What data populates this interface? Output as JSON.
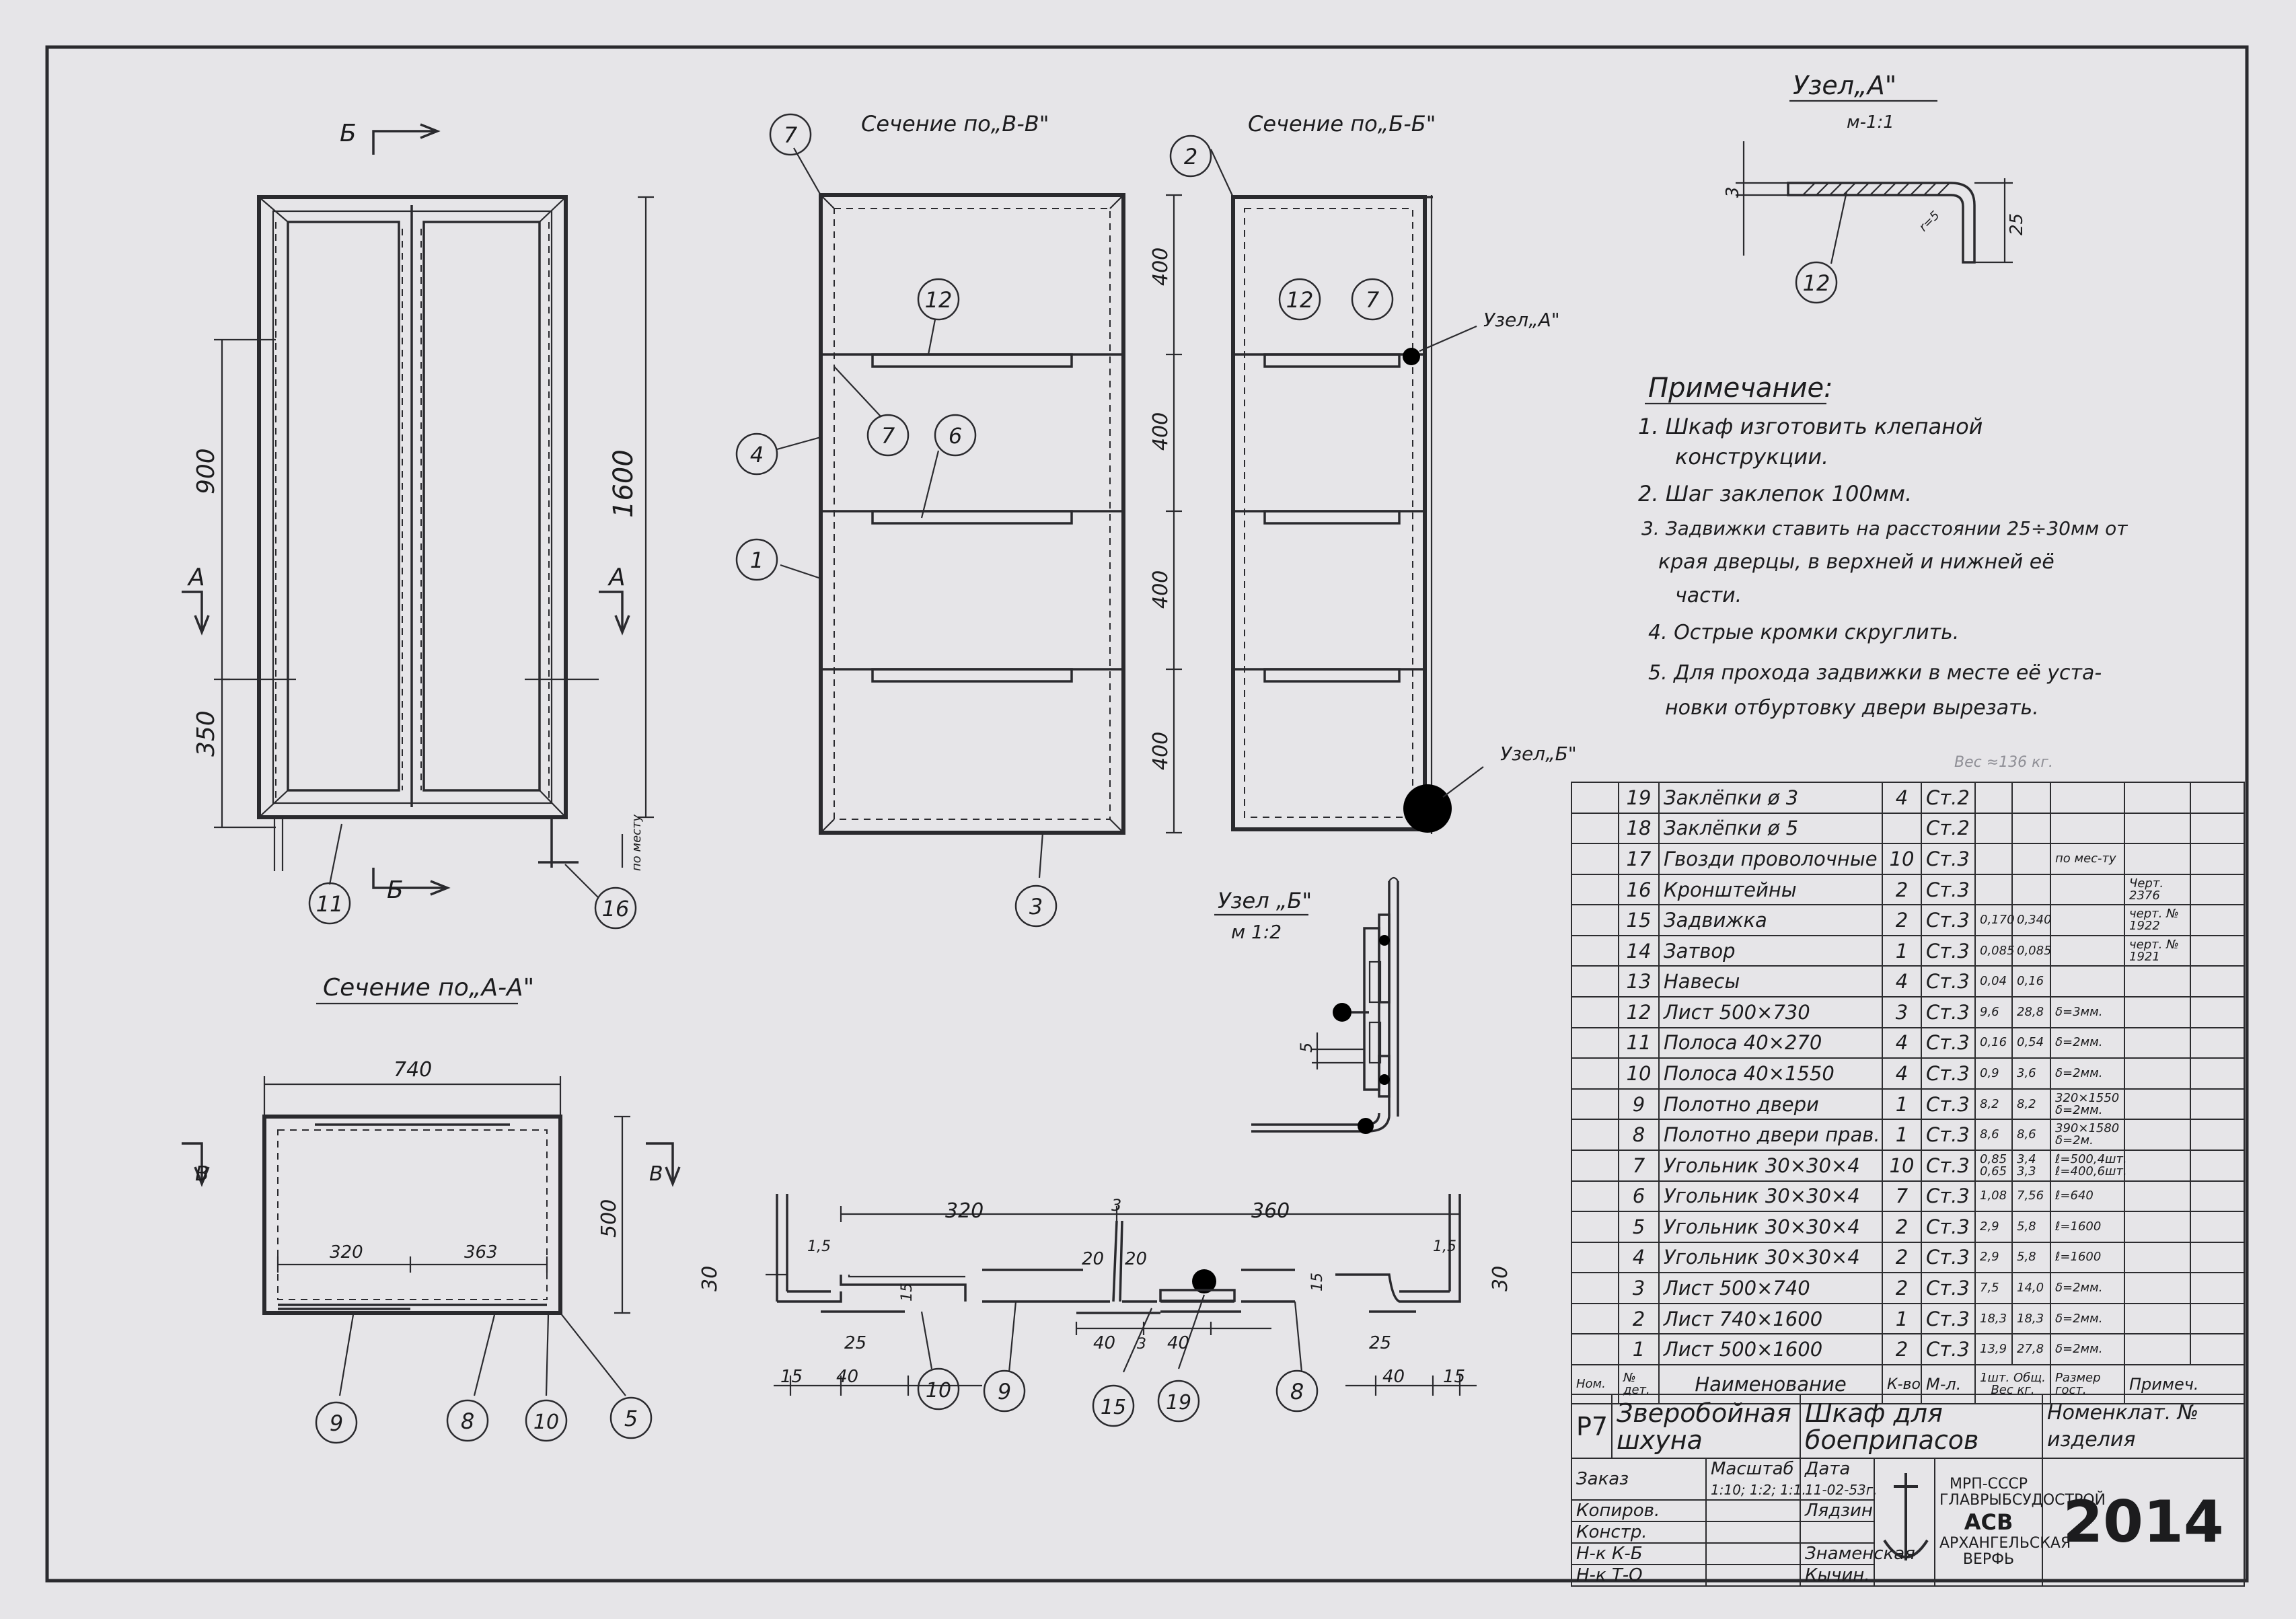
{
  "views": {
    "front": {
      "dims": {
        "height_total": "1600",
        "upper": "900",
        "lower": "350",
        "leg": "по месту"
      },
      "cut_top": "Б",
      "cut_bottom": "Б",
      "cut_left": "А",
      "cut_right": "А",
      "callouts": [
        "11",
        "16"
      ]
    },
    "section_vv": {
      "title": "Сечение по„В-В\"",
      "dims": [
        "400",
        "400",
        "400",
        "400"
      ],
      "callouts": [
        "7",
        "12",
        "7",
        "6",
        "4",
        "1",
        "3"
      ]
    },
    "section_bb": {
      "title": "Сечение по„Б-Б\"",
      "callouts": [
        "2",
        "12",
        "7"
      ],
      "node_a_ref": "Узел„А\"",
      "node_b_ref": "Узел„Б\""
    },
    "node_a": {
      "title": "Узел„А\"",
      "scale": "м-1:1",
      "dims": [
        "3",
        "25",
        "r=5"
      ],
      "callout": "12"
    },
    "node_b": {
      "title": "Узел „Б\"",
      "scale": "м 1:2",
      "dim": "5"
    },
    "section_aa": {
      "title": "Сечение по„А-А\"",
      "dims": [
        "740",
        "500",
        "320",
        "363"
      ],
      "cut_left": "В",
      "cut_right": "В",
      "callouts": [
        "9",
        "8",
        "10",
        "5"
      ]
    },
    "door_detail": {
      "dims": [
        "320",
        "3",
        "360",
        "1,5",
        "20",
        "20",
        "15",
        "30",
        "25",
        "15",
        "40",
        "40",
        "3",
        "40",
        "15",
        "25",
        "15",
        "40",
        "15",
        "1,5",
        "30"
      ],
      "callouts": [
        "10",
        "9",
        "15",
        "19",
        "8"
      ]
    }
  },
  "notes": {
    "heading": "Примечание:",
    "lines": [
      "1. Шкаф изготовить клепаной",
      "конструкции.",
      "2. Шаг заклепок 100мм.",
      "3. Задвижки ставить на расстоянии 25÷30мм от",
      "края дверцы, в верхней и нижней её",
      "части.",
      "4. Острые кромки скруглить.",
      "5. Для прохода задвижки в месте её уста-",
      "новки отбуртовку двери вырезать."
    ]
  },
  "weight": "Вес ≈136 кг.",
  "spec": {
    "headers": {
      "pos": "№ дет.",
      "num": "Ном.",
      "name": "Наименование",
      "qty": "К-во",
      "mat": "М-л.",
      "w1": "1шт.",
      "w2": "Общ.",
      "wlabel": "Вес кг.",
      "size": "Размер гост.",
      "note": "Примеч."
    },
    "rows": [
      {
        "pos": "19",
        "name": "Заклёпки ø 3",
        "qty": "4",
        "mat": "Ст.2",
        "w1": "",
        "w2": "",
        "size": "",
        "note": ""
      },
      {
        "pos": "18",
        "name": "Заклёпки ø 5",
        "qty": "",
        "mat": "Ст.2",
        "w1": "",
        "w2": "",
        "size": "",
        "note": ""
      },
      {
        "pos": "17",
        "name": "Гвозди проволочные",
        "qty": "10",
        "mat": "Ст.3",
        "w1": "",
        "w2": "",
        "size": "по мес-ту",
        "note": ""
      },
      {
        "pos": "16",
        "name": "Кронштейны",
        "qty": "2",
        "mat": "Ст.3",
        "w1": "",
        "w2": "",
        "size": "",
        "note": "Черт. 2376"
      },
      {
        "pos": "15",
        "name": "Задвижка",
        "qty": "2",
        "mat": "Ст.3",
        "w1": "0,170",
        "w2": "0,340",
        "size": "",
        "note": "черт. № 1922"
      },
      {
        "pos": "14",
        "name": "Затвор",
        "qty": "1",
        "mat": "Ст.3",
        "w1": "0,085",
        "w2": "0,085",
        "size": "",
        "note": "черт. № 1921"
      },
      {
        "pos": "13",
        "name": "Навесы",
        "qty": "4",
        "mat": "Ст.3",
        "w1": "0,04",
        "w2": "0,16",
        "size": "",
        "note": ""
      },
      {
        "pos": "12",
        "name": "Лист 500×730",
        "qty": "3",
        "mat": "Ст.3",
        "w1": "9,6",
        "w2": "28,8",
        "size": "δ=3мм.",
        "note": ""
      },
      {
        "pos": "11",
        "name": "Полоса 40×270",
        "qty": "4",
        "mat": "Ст.3",
        "w1": "0,16",
        "w2": "0,54",
        "size": "δ=2мм.",
        "note": ""
      },
      {
        "pos": "10",
        "name": "Полоса 40×1550",
        "qty": "4",
        "mat": "Ст.3",
        "w1": "0,9",
        "w2": "3,6",
        "size": "δ=2мм.",
        "note": ""
      },
      {
        "pos": "9",
        "name": "Полотно двери",
        "qty": "1",
        "mat": "Ст.3",
        "w1": "8,2",
        "w2": "8,2",
        "size": "320×1550 δ=2мм.",
        "note": ""
      },
      {
        "pos": "8",
        "name": "Полотно двери прав.",
        "qty": "1",
        "mat": "Ст.3",
        "w1": "8,6",
        "w2": "8,6",
        "size": "390×1580 δ=2м.",
        "note": ""
      },
      {
        "pos": "7",
        "name": "Угольник 30×30×4",
        "qty": "10",
        "mat": "Ст.3",
        "w1": "0,85 0,65",
        "w2": "3,4 3,3",
        "size": "ℓ=500,4шт. ℓ=400,6шт.",
        "note": ""
      },
      {
        "pos": "6",
        "name": "Угольник 30×30×4",
        "qty": "7",
        "mat": "Ст.3",
        "w1": "1,08",
        "w2": "7,56",
        "size": "ℓ=640",
        "note": ""
      },
      {
        "pos": "5",
        "name": "Угольник 30×30×4",
        "qty": "2",
        "mat": "Ст.3",
        "w1": "2,9",
        "w2": "5,8",
        "size": "ℓ=1600",
        "note": ""
      },
      {
        "pos": "4",
        "name": "Угольник 30×30×4",
        "qty": "2",
        "mat": "Ст.3",
        "w1": "2,9",
        "w2": "5,8",
        "size": "ℓ=1600",
        "note": ""
      },
      {
        "pos": "3",
        "name": "Лист 500×740",
        "qty": "2",
        "mat": "Ст.3",
        "w1": "7,5",
        "w2": "14,0",
        "size": "δ=2мм.",
        "note": ""
      },
      {
        "pos": "2",
        "name": "Лист 740×1600",
        "qty": "1",
        "mat": "Ст.3",
        "w1": "18,3",
        "w2": "18,3",
        "size": "δ=2мм.",
        "note": ""
      },
      {
        "pos": "1",
        "name": "Лист 500×1600",
        "qty": "2",
        "mat": "Ст.3",
        "w1": "13,9",
        "w2": "27,8",
        "size": "δ=2мм.",
        "note": ""
      }
    ]
  },
  "title_block": {
    "code": "Р7",
    "vessel": "Зверобойная шхуна",
    "product": "Шкаф для боеприпасов",
    "nomenclature": "Номенклат. № изделия",
    "order_label": "Заказ",
    "scale_label": "Масштаб",
    "scale_value": "1:10; 1:2; 1:1.",
    "date_label": "Дата",
    "date_value": "11-02-53г.",
    "roles": [
      "Копиров.",
      "Констр.",
      "Н-к К-Б",
      "Н-к Т-О"
    ],
    "names": [
      "Лядзин",
      "",
      "Знаменская",
      "Кычин."
    ],
    "org_top": "МРП-СССР ГЛАВРЫБСУДОСТРОЙ",
    "org_bottom": "АРХАНГЕЛЬСКАЯ ВЕРФЬ",
    "logo": "АСВ",
    "drawing_no": "2014"
  }
}
